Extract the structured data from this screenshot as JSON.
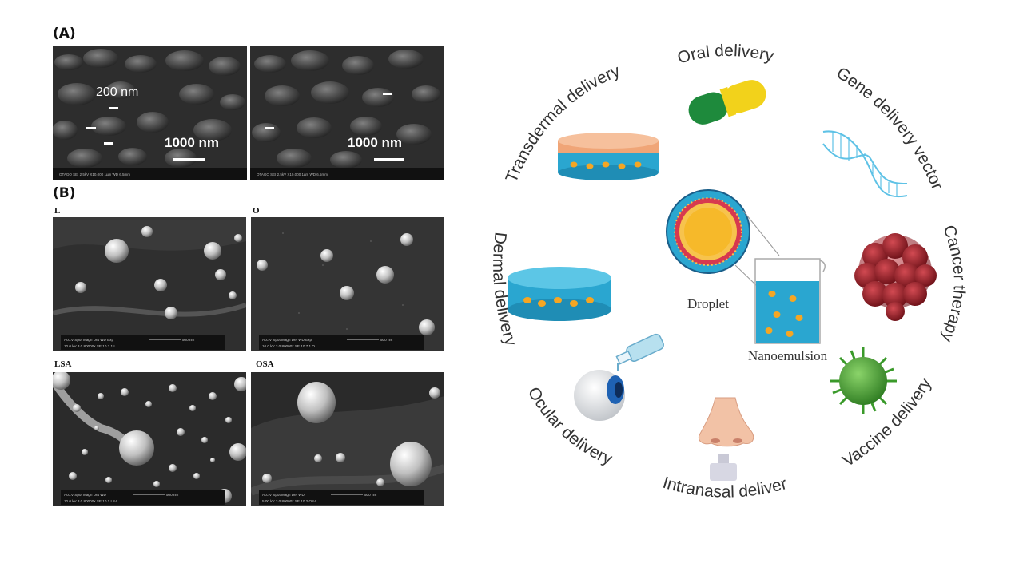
{
  "panels": {
    "a_label": "(A)",
    "b_label": "(B)"
  },
  "sem_a": {
    "left": {
      "inset_scale": "200 nm",
      "scale": "1000 nm"
    },
    "right": {
      "scale": "1000 nm"
    }
  },
  "sem_b": {
    "tiles": [
      {
        "label": "L",
        "scale": "500 nm",
        "info": "Acc.V  Spot Magn  Det  WD  Exp",
        "info2": "10.0 kV 3.0  80000x  SE  10.3  1     L"
      },
      {
        "label": "O",
        "scale": "500 nm",
        "info": "Acc.V  Spot Magn  Det  WD  Exp",
        "info2": "10.0 kV 3.0  80000x  SE  10.7  1     O"
      },
      {
        "label": "LSA",
        "scale": "500 nm",
        "info": "Acc.V  Spot Magn  Det  WD",
        "info2": "10.0 kV 3.0  80000x  SE  10.1  LSA"
      },
      {
        "label": "OSA",
        "scale": "500 nm",
        "info": "Acc.V  Spot Magn  Det  WD",
        "info2": "5.00 kV 3.0  80000x  SE  10.2  OSA"
      }
    ]
  },
  "diagram": {
    "center": {
      "droplet": "Droplet",
      "nanoemulsion": "Nanoemulsion"
    },
    "ring_labels": {
      "oral": "Oral delivery",
      "gene": "Gene delivery vector",
      "cancer": "Cancer therapy",
      "vaccine": "Vaccine delivery",
      "intranasal": "Intranasal delivery",
      "ocular": "Ocular delivery",
      "dermal": "Dermal delivery",
      "transdermal": "Transdermal delivery"
    },
    "colors": {
      "capsule_green": "#1e8a3c",
      "capsule_yellow": "#f2d21b",
      "patch_orange": "#f0a577",
      "patch_blue": "#2aa6d0",
      "dot_orange": "#f5a623",
      "dna_blue": "#5ec2e6",
      "cancer_red": "#a0202a",
      "virus_green": "#3a9a2a",
      "nose_skin": "#f2c2a6",
      "eye_blue": "#1f62b3"
    }
  }
}
